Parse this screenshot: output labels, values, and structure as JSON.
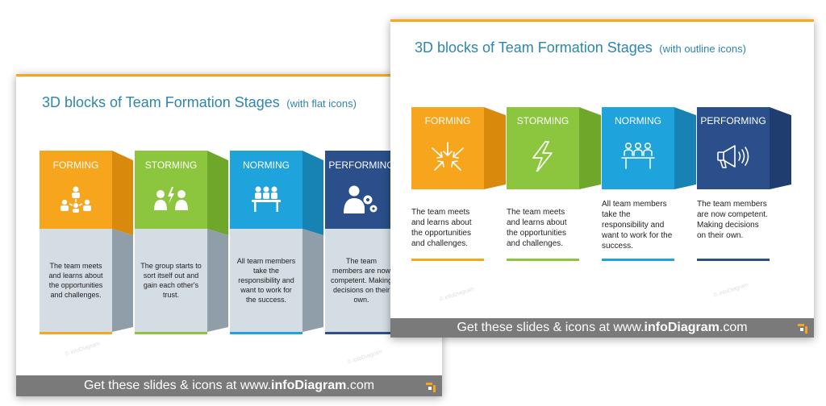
{
  "back_slide": {
    "title": "3D blocks of Team Formation Stages",
    "subtitle": "(with flat icons)",
    "blocks": [
      {
        "label": "FORMING",
        "text": "The team meets and learns about the opportunities and challenges.",
        "color": "#f7a51c",
        "side": "#d98a0c",
        "icon": "team-converging-icon"
      },
      {
        "label": "STORMING",
        "text": "The group starts to sort itself out and gain each other's trust.",
        "color": "#8cc63e",
        "side": "#6fa72a",
        "icon": "conflict-people-icon"
      },
      {
        "label": "NORMING",
        "text": "All team members take the responsibility and want to work for the success.",
        "color": "#1fa3dc",
        "side": "#1683b4",
        "icon": "meeting-table-icon"
      },
      {
        "label": "PERFORMING",
        "text": "The team members are now competent. Making decisions on their own.",
        "color": "#2a4f8a",
        "side": "#1f3d6e",
        "icon": "person-gears-icon"
      }
    ],
    "footer_prefix": "Get these slides & icons at www.",
    "footer_brand": "infoDiagram",
    "footer_suffix": ".com"
  },
  "front_slide": {
    "title": "3D blocks of Team Formation Stages",
    "subtitle": "(with outline icons)",
    "blocks": [
      {
        "label": "FORMING",
        "text": "The team meets and learns about the opportunities and challenges.",
        "color": "#f7a51c",
        "side": "#d98a0c",
        "icon": "arrows-converging-icon"
      },
      {
        "label": "STORMING",
        "text": "The team meets and learns about the opportunities and challenges.",
        "color": "#8cc63e",
        "side": "#6fa72a",
        "icon": "lightning-icon"
      },
      {
        "label": "NORMING",
        "text": "All team members take the responsibility and want to work for the success.",
        "color": "#1fa3dc",
        "side": "#1683b4",
        "icon": "meeting-people-icon"
      },
      {
        "label": "PERFORMING",
        "text": "The team members are now competent. Making decisions on their own.",
        "color": "#2a4f8a",
        "side": "#1f3d6e",
        "icon": "megaphone-icon"
      }
    ],
    "footer_prefix": "Get these slides & icons at www.",
    "footer_brand": "infoDiagram",
    "footer_suffix": ".com"
  },
  "colors": {
    "title": "#2d86ad",
    "accent": "#f7a51c",
    "footer_bg": "#7a7a7a",
    "text_panel": "#d4dde3"
  }
}
